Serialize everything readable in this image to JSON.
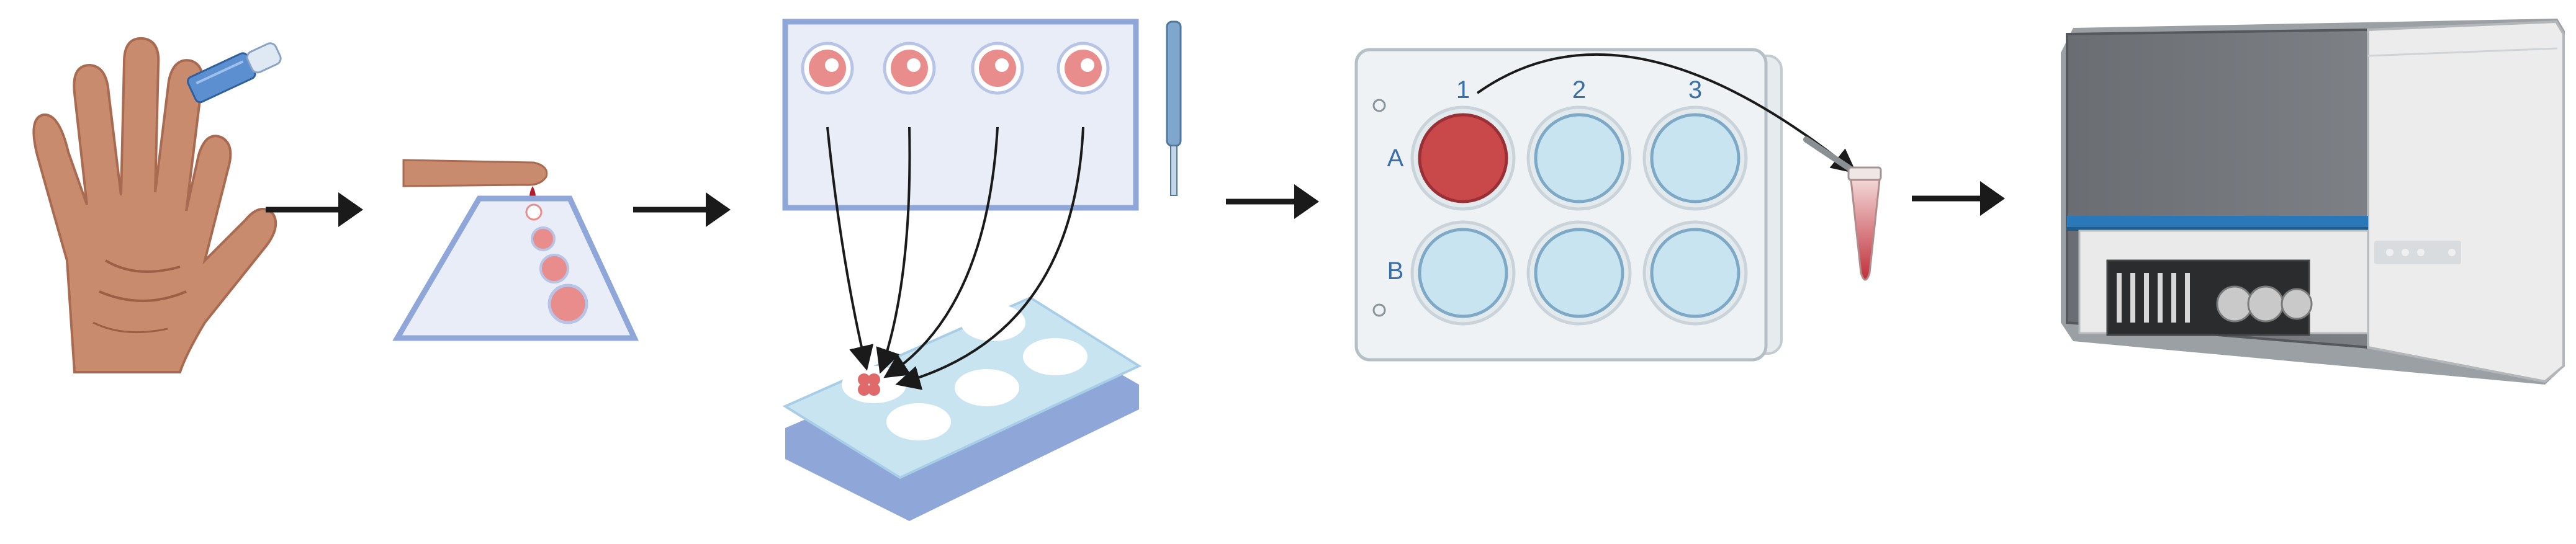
{
  "plate": {
    "columns": [
      "1",
      "2",
      "3"
    ],
    "rows": [
      "A",
      "B"
    ]
  },
  "colors": {
    "blue_outline": "#8fa6d8",
    "panel_fill": "#e9edf8",
    "well_fill": "#c8e4f1",
    "blood_red": "#c9484a",
    "drop_pink": "#e98c8c",
    "skin": "#c88a6c",
    "machine_grey": "#6f7378",
    "machine_light": "#ebebeb",
    "accent_blue": "#2a78b8"
  },
  "icons": [
    "hand-icon",
    "lancet-icon",
    "finger-icon",
    "blood-drop-icon",
    "dilution-slide-icon",
    "pipette-icon",
    "microwell-plate-icon",
    "six-well-plate-icon",
    "microtube-icon",
    "analyzer-instrument-icon",
    "arrow-right-icon"
  ]
}
